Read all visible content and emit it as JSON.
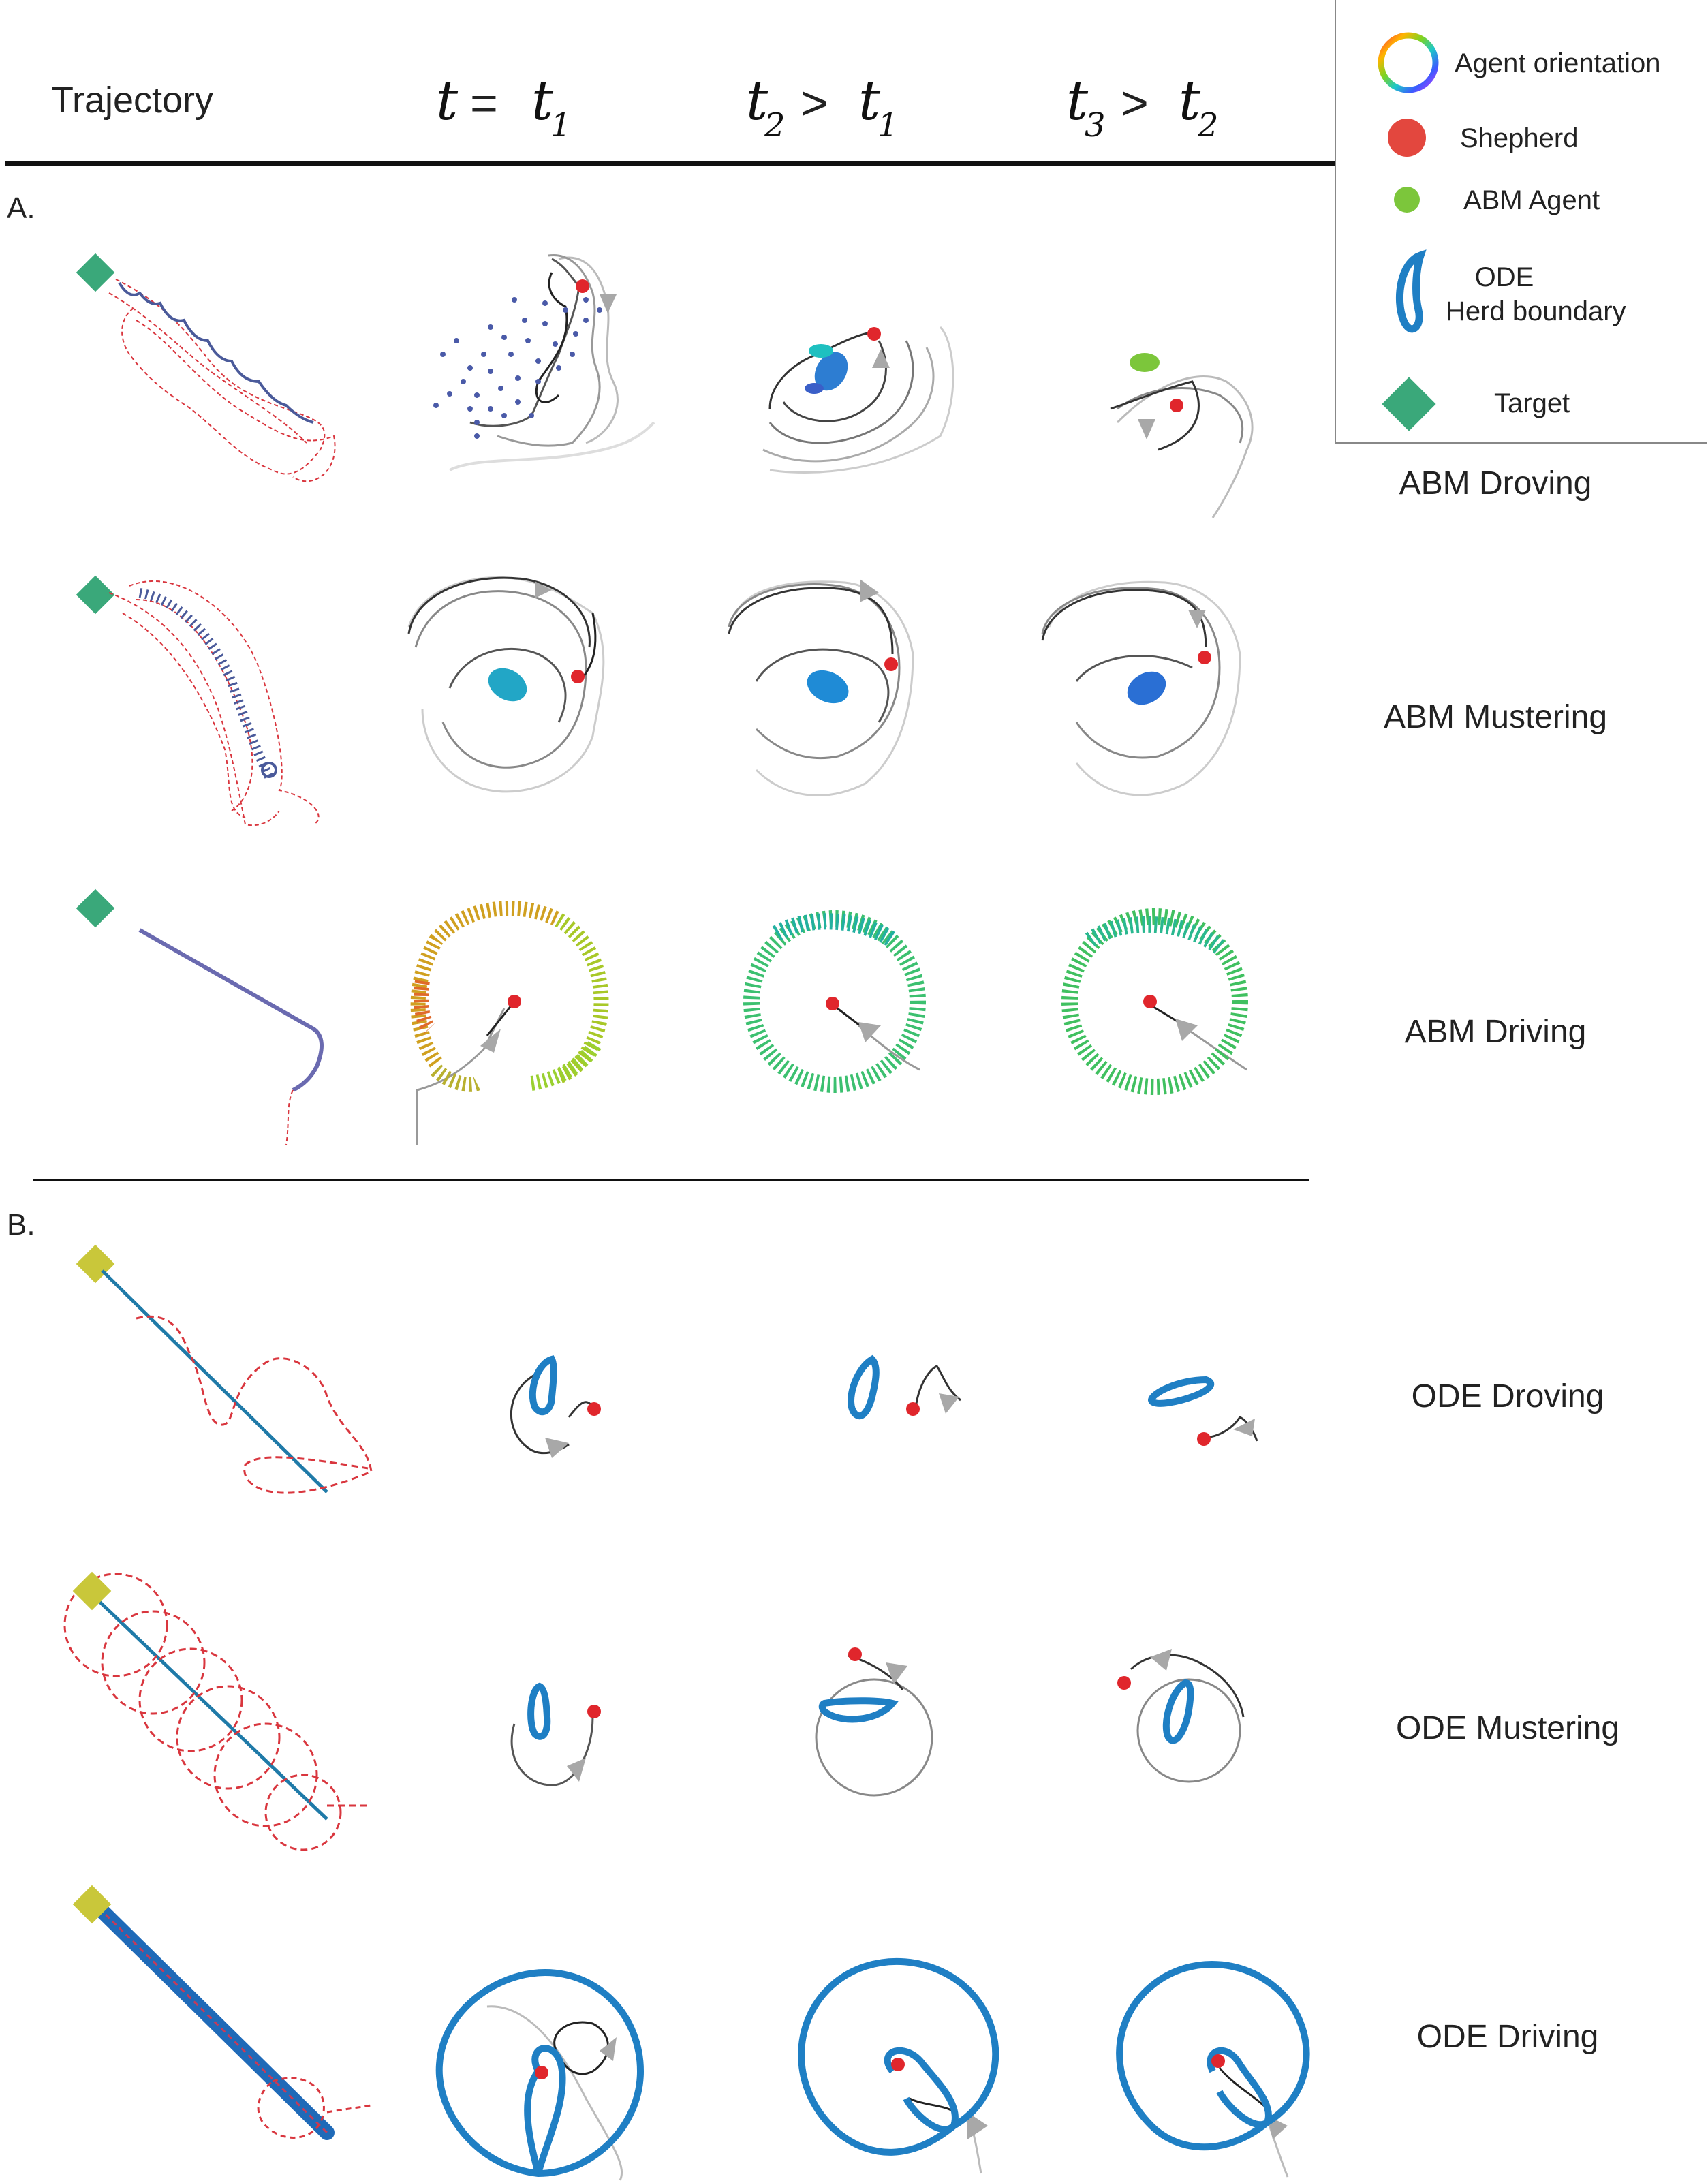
{
  "header": {
    "trajectory_label": "Trajectory",
    "col1": {
      "var": "t",
      "rel": "=",
      "rhs": "t",
      "rhs_sub": "1"
    },
    "col2": {
      "var": "t",
      "var_sub": "2",
      "rel": ">",
      "rhs": "t",
      "rhs_sub": "1"
    },
    "col3": {
      "var": "t",
      "var_sub": "3",
      "rel": ">",
      "rhs": "t",
      "rhs_sub": "2"
    }
  },
  "legend": {
    "agent_orientation": "Agent orientation",
    "shepherd": "Shepherd",
    "abm_agent": "ABM Agent",
    "ode_line1": "ODE",
    "ode_line2": "Herd boundary",
    "target": "Target"
  },
  "sections": {
    "a": "A.",
    "b": "B."
  },
  "rows": {
    "abm_droving": "ABM Droving",
    "abm_mustering": "ABM Mustering",
    "abm_driving": "ABM Driving",
    "ode_droving": "ODE Droving",
    "ode_mustering": "ODE Mustering",
    "ode_driving": "ODE Driving"
  },
  "colors": {
    "shepherd": "#e0262c",
    "target_abm": "#2fa36b",
    "target_ode": "#c9c73a",
    "abm_agent": "#7cc63b",
    "ode_boundary": "#1f77b4",
    "dashed_path": "#d9363e",
    "herd_path": "#4a5a9a",
    "arrow": "#a8a8a8"
  }
}
